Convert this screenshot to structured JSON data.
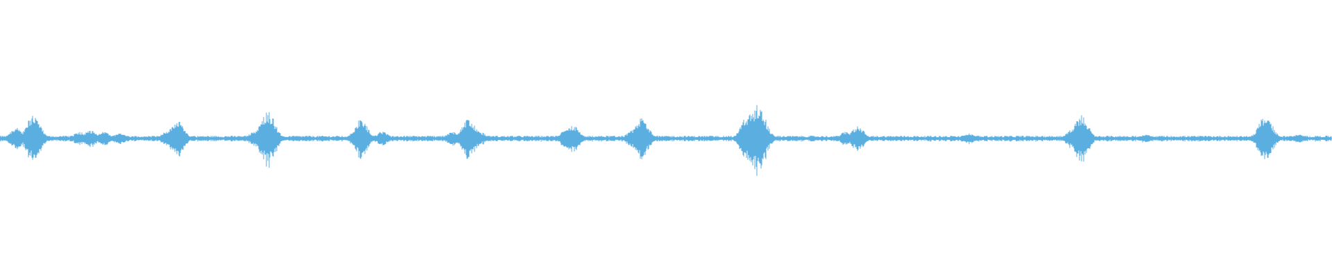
{
  "waveform": {
    "color": "#5aaee0",
    "background": "#ffffff",
    "amplitude_range": [
      -1,
      1
    ],
    "baseline_amplitude": 0.008,
    "noise_amplitude": 0.012,
    "bursts": [
      {
        "t": 0.012,
        "amp": 0.08
      },
      {
        "t": 0.025,
        "amp": 0.17
      },
      {
        "t": 0.06,
        "amp": 0.05
      },
      {
        "t": 0.068,
        "amp": 0.06
      },
      {
        "t": 0.078,
        "amp": 0.05
      },
      {
        "t": 0.09,
        "amp": 0.04
      },
      {
        "t": 0.125,
        "amp": 0.05
      },
      {
        "t": 0.133,
        "amp": 0.13
      },
      {
        "t": 0.192,
        "amp": 0.06
      },
      {
        "t": 0.201,
        "amp": 0.2
      },
      {
        "t": 0.271,
        "amp": 0.14
      },
      {
        "t": 0.287,
        "amp": 0.05
      },
      {
        "t": 0.34,
        "amp": 0.05
      },
      {
        "t": 0.352,
        "amp": 0.15
      },
      {
        "t": 0.36,
        "amp": 0.05
      },
      {
        "t": 0.425,
        "amp": 0.06
      },
      {
        "t": 0.43,
        "amp": 0.1
      },
      {
        "t": 0.475,
        "amp": 0.06
      },
      {
        "t": 0.482,
        "amp": 0.15
      },
      {
        "t": 0.562,
        "amp": 0.18
      },
      {
        "t": 0.569,
        "amp": 0.25
      },
      {
        "t": 0.635,
        "amp": 0.05
      },
      {
        "t": 0.644,
        "amp": 0.09
      },
      {
        "t": 0.727,
        "amp": 0.04
      },
      {
        "t": 0.806,
        "amp": 0.08
      },
      {
        "t": 0.812,
        "amp": 0.17
      },
      {
        "t": 0.86,
        "amp": 0.03
      },
      {
        "t": 0.95,
        "amp": 0.17
      },
      {
        "t": 0.975,
        "amp": 0.03
      }
    ]
  }
}
